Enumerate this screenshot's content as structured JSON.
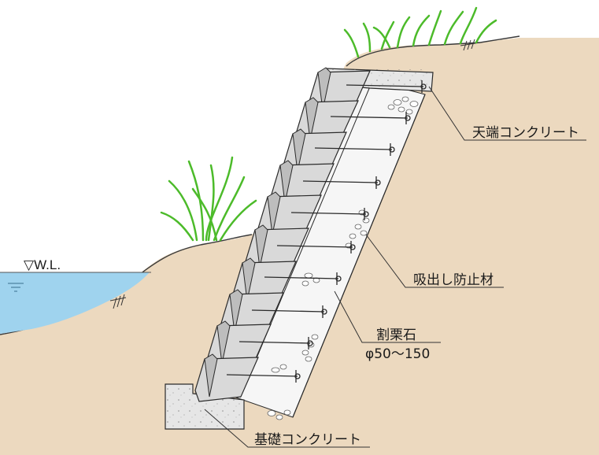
{
  "water_level": {
    "label": "▽W.L."
  },
  "labels": {
    "crown_concrete": "天端コンクリート",
    "outflow_prevention": "吸出し防止材",
    "crushed_stone": "割栗石",
    "crushed_stone_size": "φ50～150",
    "foundation_concrete": "基礎コンクリート"
  },
  "colors": {
    "soil": "#ecd9bf",
    "soil_edge": "#3a3a3a",
    "water": "#9fd3ee",
    "block_face": "#d9d9d9",
    "block_side": "#ececec",
    "concrete": "#e6e6e6",
    "grass": "#4cbb2a",
    "line": "#222222"
  },
  "icons": [
    "grass-icon",
    "stone-icon",
    "anchor-bolt-icon"
  ]
}
